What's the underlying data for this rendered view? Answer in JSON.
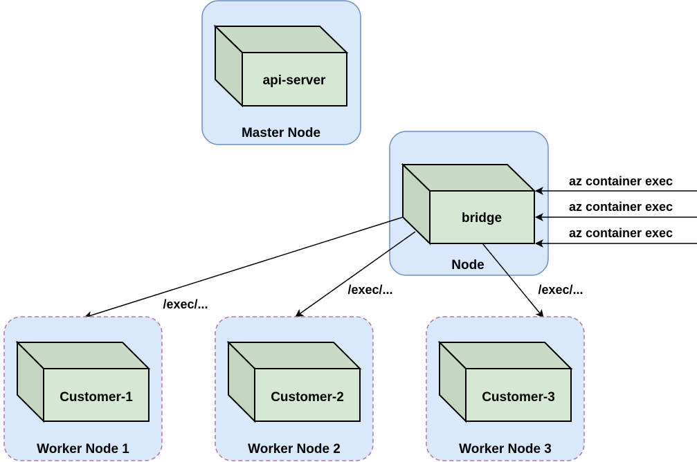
{
  "diagram": {
    "colors": {
      "container_fill": "#dae8fc",
      "container_stroke_solid": "#6c8ebf",
      "container_stroke_dashed": "#b5739d",
      "cube_front": "#d5e8d4",
      "cube_side": "#c2d6c0",
      "line": "#000000"
    },
    "master": {
      "label": "Master Node",
      "component": "api-server"
    },
    "node": {
      "label": "Node",
      "component": "bridge"
    },
    "workers": [
      {
        "label": "Worker Node 1",
        "component": "Customer-1"
      },
      {
        "label": "Worker Node 2",
        "component": "Customer-2"
      },
      {
        "label": "Worker Node 3",
        "component": "Customer-3"
      }
    ],
    "incoming": [
      {
        "label": "az container exec"
      },
      {
        "label": "az container exec"
      },
      {
        "label": "az container exec"
      }
    ],
    "edges": [
      {
        "from": "bridge",
        "to": "Customer-1",
        "label": "/exec/..."
      },
      {
        "from": "bridge",
        "to": "Customer-2",
        "label": "/exec/..."
      },
      {
        "from": "bridge",
        "to": "Customer-3",
        "label": "/exec/..."
      }
    ]
  }
}
